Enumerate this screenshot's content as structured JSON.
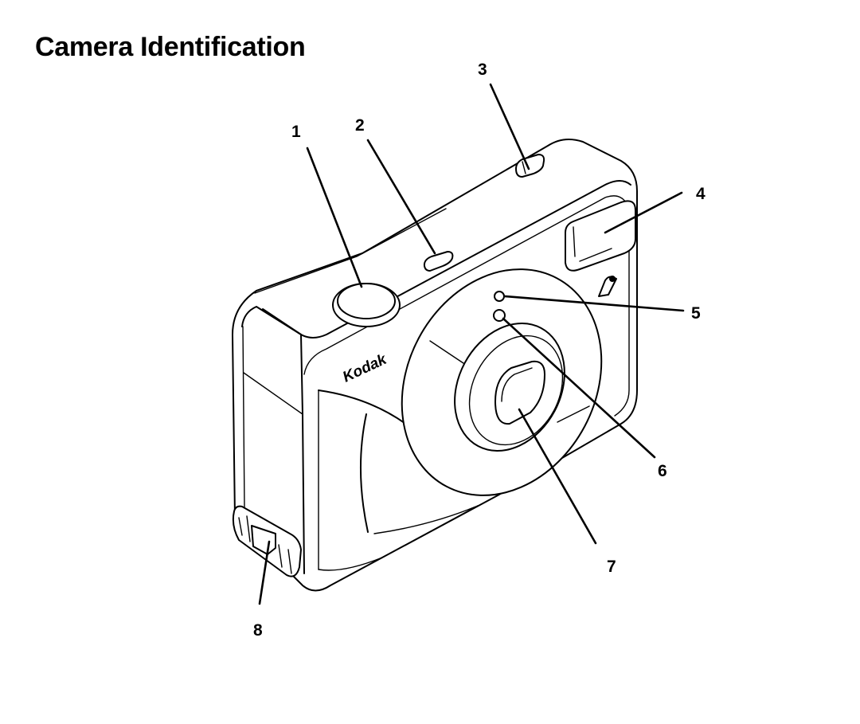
{
  "title": "Camera Identification",
  "brand": "Kodak",
  "callouts": [
    "1",
    "2",
    "3",
    "4",
    "5",
    "6",
    "7",
    "8"
  ]
}
